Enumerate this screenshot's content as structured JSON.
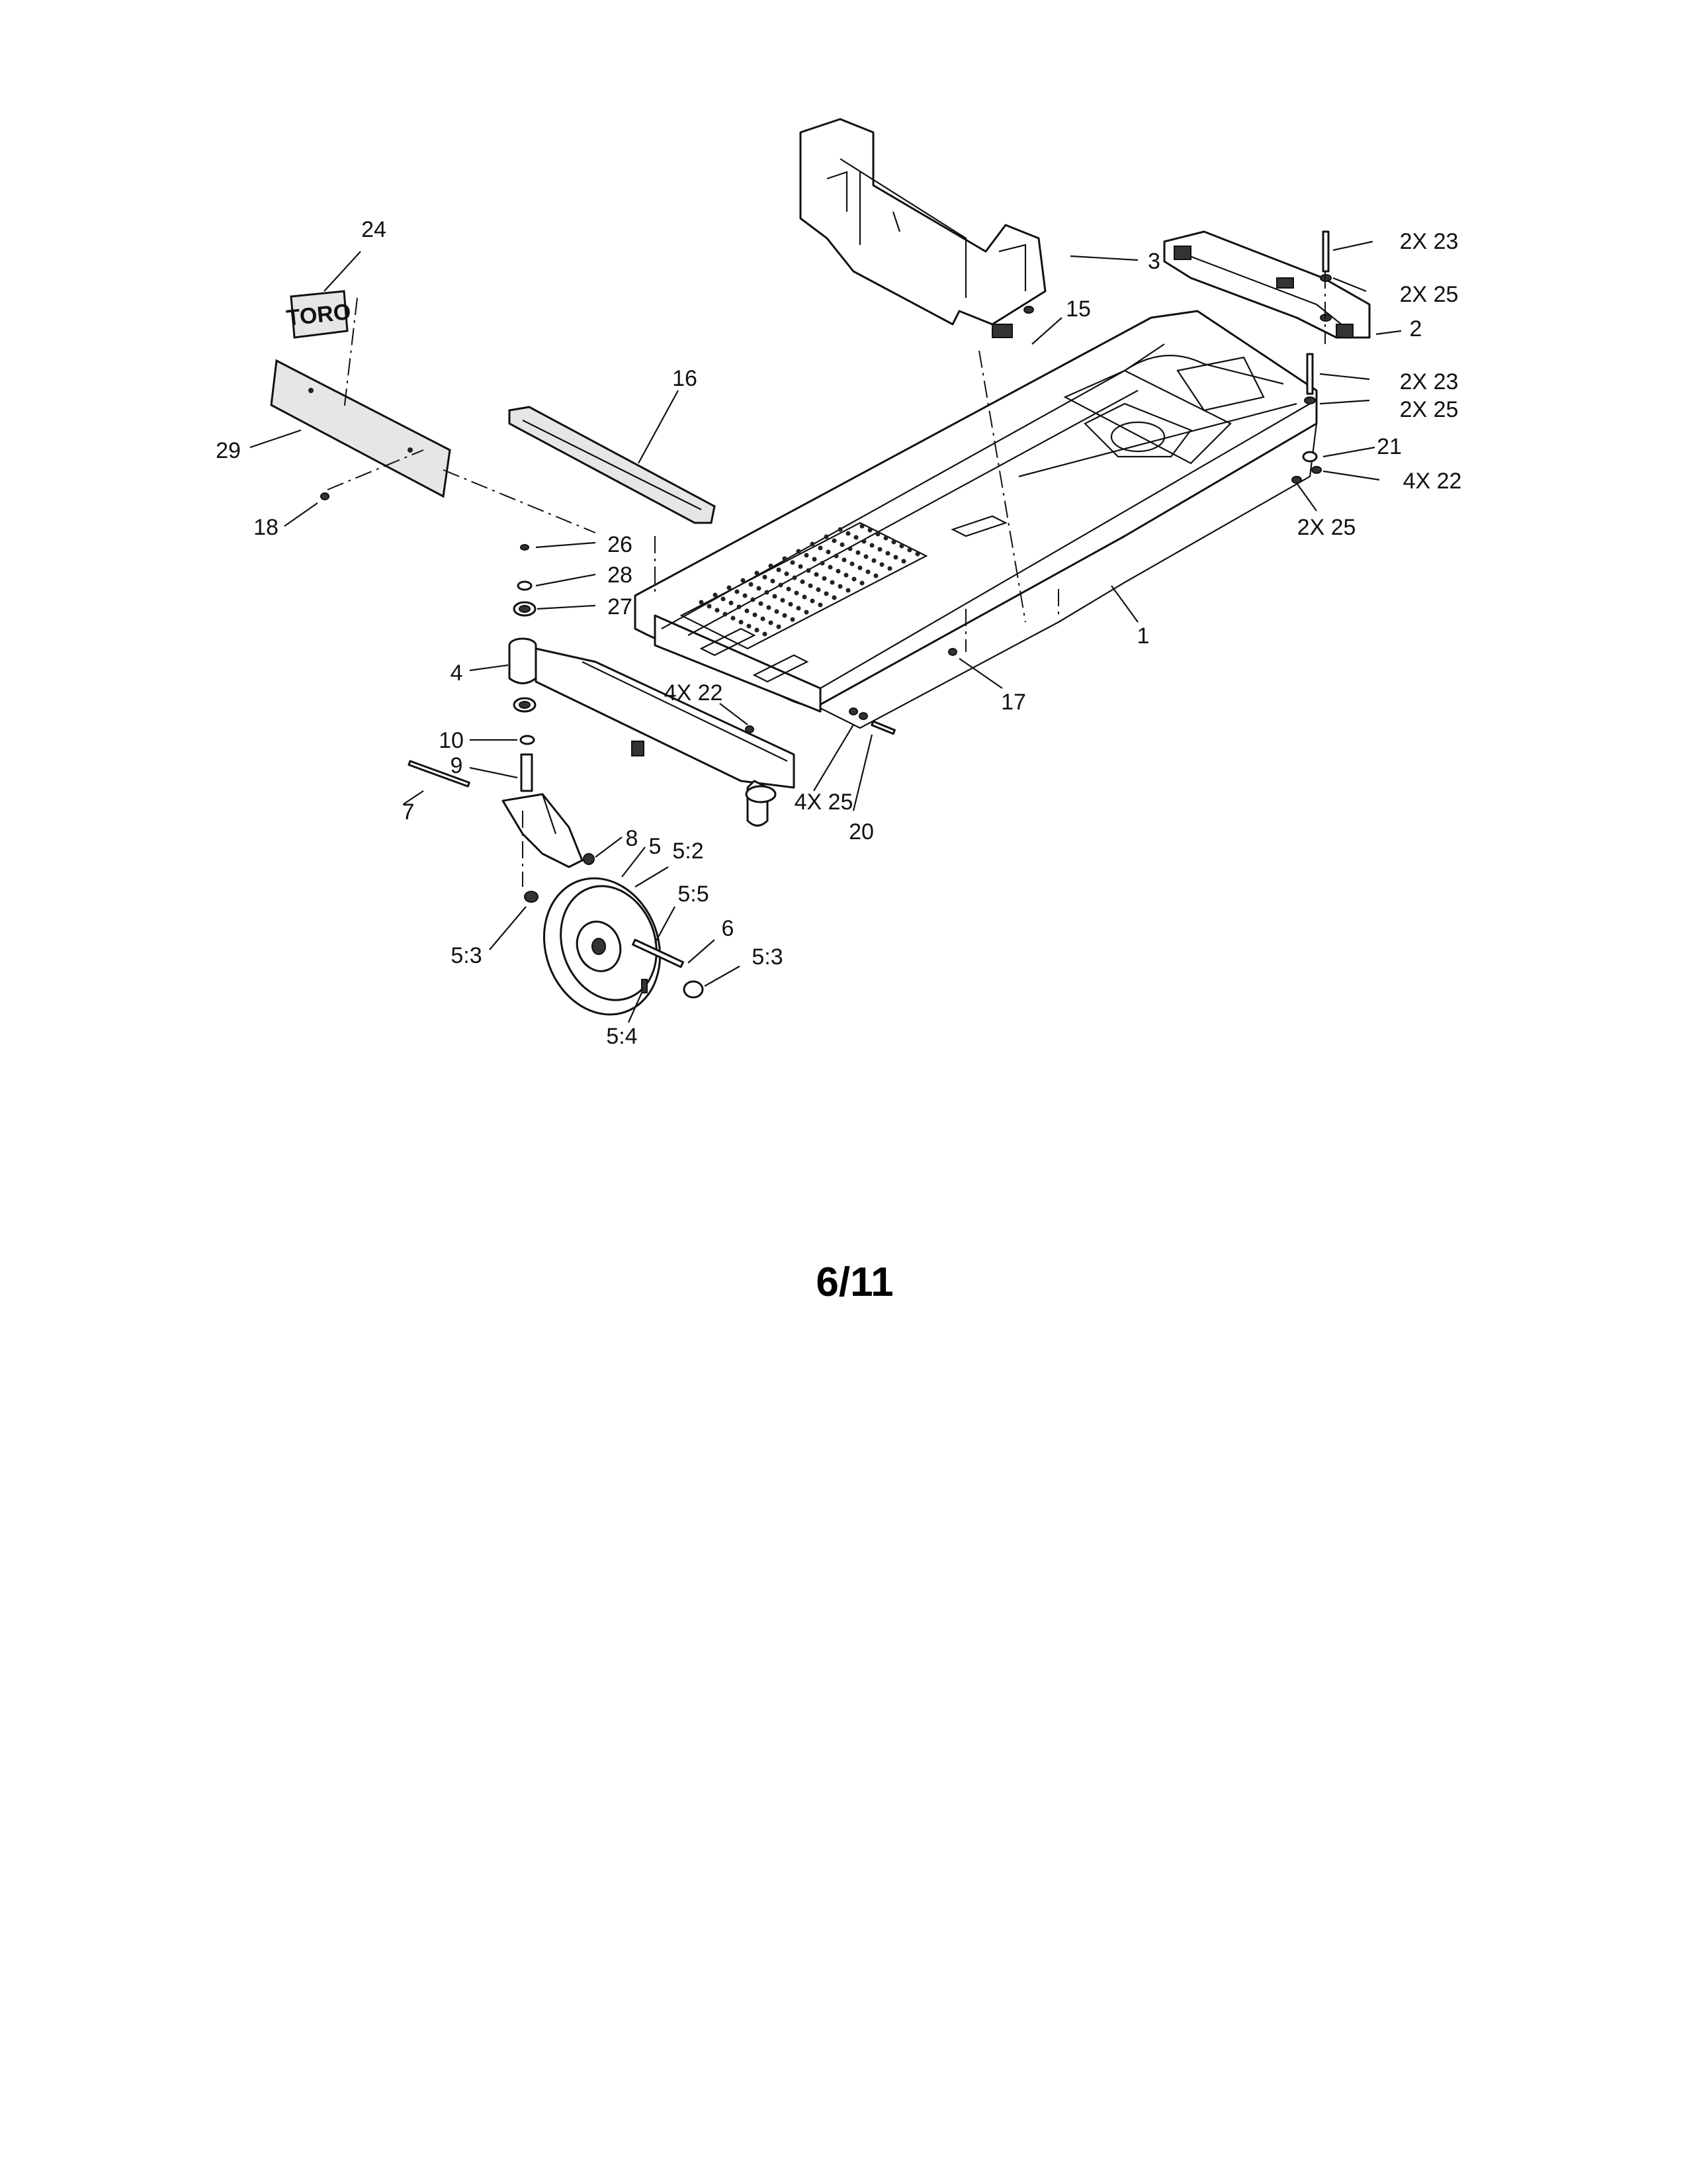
{
  "page_number": "6/11",
  "logo_text": "TORO",
  "callouts": {
    "c24": "24",
    "c29": "29",
    "c18": "18",
    "c16": "16",
    "c3": "3",
    "c15": "15",
    "c2x23a": "2X 23",
    "c2x25a": "2X 25",
    "c2": "2",
    "c2x23b": "2X 23",
    "c2x25b": "2X 25",
    "c21": "21",
    "c4x22a": "4X 22",
    "c2x25c": "2X 25",
    "c1": "1",
    "c17": "17",
    "c26": "26",
    "c28": "28",
    "c27": "27",
    "c4": "4",
    "c4x22b": "4X 22",
    "c10": "10",
    "c9": "9",
    "c7": "7",
    "c4x25": "4X 25",
    "c20": "20",
    "c8": "8",
    "c5": "5",
    "c5_2": "5:2",
    "c5_5": "5:5",
    "c6": "6",
    "c5_3a": "5:3",
    "c5_3b": "5:3",
    "c5_4": "5:4"
  }
}
